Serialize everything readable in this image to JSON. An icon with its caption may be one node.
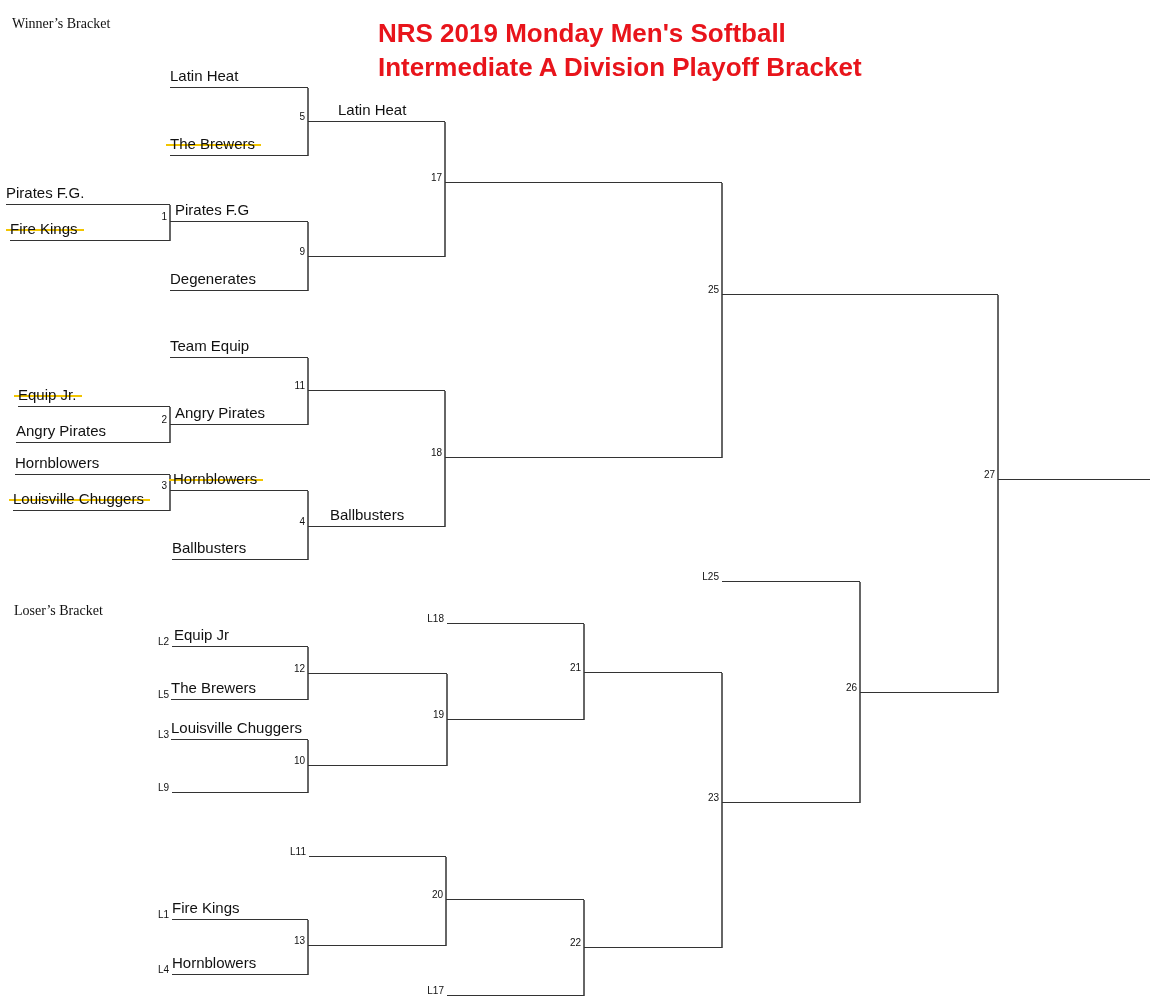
{
  "diagram": {
    "title": "NRS 2019 Monday Men's Softball Intermediate A Division Playoff Bracket",
    "nodes": [
      {
        "text": [
          "Latin Heat"
        ]
      },
      {
        "text": [
          "The Brewers"
        ]
      },
      {
        "text": [
          "Pirates F.G."
        ]
      },
      {
        "text": [
          "Fire Kings"
        ]
      },
      {
        "text": [
          "Pirates F.G"
        ],
        "beside": [
          "1"
        ]
      },
      {
        "text": [
          "Degenerates"
        ]
      },
      {
        "text": [
          "Team Equip"
        ]
      },
      {
        "text": [
          "Equip Jr."
        ]
      },
      {
        "text": [
          "Angry Pirates"
        ]
      },
      {
        "text": [
          "Angry Pirates"
        ],
        "beside": [
          "2"
        ]
      },
      {
        "text": [
          "Hornblowers"
        ]
      },
      {
        "text": [
          "Louisville Chuggers"
        ]
      },
      {
        "text": [
          "Hornblowers"
        ],
        "beside": [
          "3"
        ]
      },
      {
        "text": [
          "Ballbusters"
        ]
      },
      {
        "text": [
          "Latin Heat"
        ],
        "beside": [
          "5"
        ]
      },
      {
        "text": [],
        "shape": "line",
        "beside": [
          "9"
        ]
      },
      {
        "text": [],
        "shape": "line",
        "beside": [
          "11"
        ]
      },
      {
        "text": [
          "Ballbusters"
        ],
        "beside": [
          "4"
        ]
      },
      {
        "text": [],
        "shape": "line",
        "beside": [
          "17"
        ]
      },
      {
        "text": [],
        "shape": "line",
        "beside": [
          "18"
        ]
      },
      {
        "text": [],
        "shape": "line",
        "beside": [
          "25"
        ]
      },
      {
        "text": [],
        "shape": "line",
        "beside": [
          "27"
        ]
      },
      {
        "text": [
          "Equip Jr"
        ],
        "beside": [
          "L2"
        ]
      },
      {
        "text": [
          "The Brewers"
        ],
        "beside": [
          "L5"
        ]
      },
      {
        "text": [
          "Louisville Chuggers"
        ],
        "beside": [
          "L3"
        ]
      },
      {
        "text": [],
        "shape": "line",
        "beside": [
          "L9"
        ]
      },
      {
        "text": [],
        "shape": "line",
        "beside": [
          "12"
        ]
      },
      {
        "text": [],
        "shape": "line",
        "beside": [
          "10"
        ]
      },
      {
        "text": [],
        "shape": "line",
        "beside": [
          "L18"
        ]
      },
      {
        "text": [],
        "shape": "line",
        "beside": [
          "19"
        ]
      },
      {
        "text": [],
        "shape": "line",
        "beside": [
          "L11"
        ]
      },
      {
        "text": [
          "Fire Kings"
        ],
        "beside": [
          "L1"
        ]
      },
      {
        "text": [
          "Hornblowers"
        ],
        "beside": [
          "L4"
        ]
      },
      {
        "text": [],
        "shape": "line",
        "beside": [
          "13"
        ]
      },
      {
        "text": [],
        "shape": "line",
        "beside": [
          "20"
        ]
      },
      {
        "text": [],
        "shape": "line",
        "beside": [
          "L17"
        ]
      },
      {
        "text": [],
        "shape": "line",
        "beside": [
          "21"
        ]
      },
      {
        "text": [],
        "shape": "line",
        "beside": [
          "22"
        ]
      },
      {
        "text": [],
        "shape": "line",
        "beside": [
          "L25"
        ]
      },
      {
        "text": [],
        "shape": "line",
        "beside": [
          "23"
        ]
      },
      {
        "text": [],
        "shape": "line",
        "beside": [
          "26"
        ]
      }
    ],
    "edges": [
      {
        "from": 0,
        "to": 14,
        "arrow": "none"
      },
      {
        "from": 1,
        "to": 14,
        "arrow": "none"
      },
      {
        "from": 2,
        "to": 4,
        "arrow": "none"
      },
      {
        "from": 3,
        "to": 4,
        "arrow": "none"
      },
      {
        "from": 4,
        "to": 15,
        "arrow": "none"
      },
      {
        "from": 5,
        "to": 15,
        "arrow": "none"
      },
      {
        "from": 6,
        "to": 16,
        "arrow": "none"
      },
      {
        "from": 9,
        "to": 16,
        "arrow": "none"
      },
      {
        "from": 7,
        "to": 9,
        "arrow": "none"
      },
      {
        "from": 8,
        "to": 9,
        "arrow": "none"
      },
      {
        "from": 10,
        "to": 12,
        "arrow": "none"
      },
      {
        "from": 11,
        "to": 12,
        "arrow": "none"
      },
      {
        "from": 12,
        "to": 17,
        "arrow": "none"
      },
      {
        "from": 13,
        "to": 17,
        "arrow": "none"
      },
      {
        "from": 14,
        "to": 18,
        "arrow": "none"
      },
      {
        "from": 15,
        "to": 18,
        "arrow": "none"
      },
      {
        "from": 16,
        "to": 19,
        "arrow": "none"
      },
      {
        "from": 17,
        "to": 19,
        "arrow": "none"
      },
      {
        "from": 18,
        "to": 20,
        "arrow": "none"
      },
      {
        "from": 19,
        "to": 20,
        "arrow": "none"
      },
      {
        "from": 20,
        "to": 21,
        "arrow": "none"
      },
      {
        "from": 40,
        "to": 21,
        "arrow": "none"
      },
      {
        "from": 22,
        "to": 26,
        "arrow": "none"
      },
      {
        "from": 23,
        "to": 26,
        "arrow": "none"
      },
      {
        "from": 24,
        "to": 27,
        "arrow": "none"
      },
      {
        "from": 25,
        "to": 27,
        "arrow": "none"
      },
      {
        "from": 26,
        "to": 29,
        "arrow": "none"
      },
      {
        "from": 27,
        "to": 29,
        "arrow": "none"
      },
      {
        "from": 28,
        "to": 36,
        "arrow": "none"
      },
      {
        "from": 29,
        "to": 36,
        "arrow": "none"
      },
      {
        "from": 30,
        "to": 34,
        "arrow": "none"
      },
      {
        "from": 33,
        "to": 34,
        "arrow": "none"
      },
      {
        "from": 31,
        "to": 33,
        "arrow": "none"
      },
      {
        "from": 32,
        "to": 33,
        "arrow": "none"
      },
      {
        "from": 34,
        "to": 37,
        "arrow": "none"
      },
      {
        "from": 35,
        "to": 37,
        "arrow": "none"
      },
      {
        "from": 36,
        "to": 39,
        "arrow": "none"
      },
      {
        "from": 37,
        "to": 39,
        "arrow": "none"
      },
      {
        "from": 38,
        "to": 40,
        "arrow": "none"
      },
      {
        "from": 39,
        "to": 40,
        "arrow": "none"
      }
    ],
    "labels": [
      "Winner’s Bracket",
      "Loser’s Bracket"
    ]
  }
}
